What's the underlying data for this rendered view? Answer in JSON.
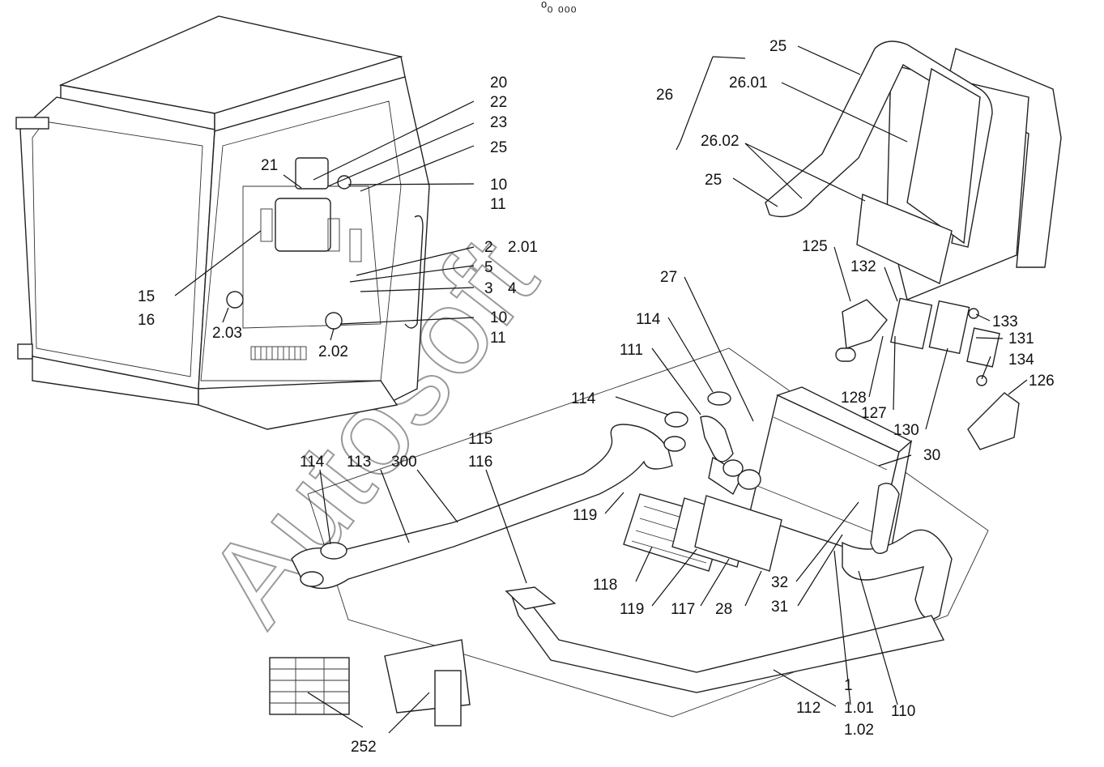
{
  "watermark": "Autosoft",
  "top_mark": "ᵒ₀ ₀₀₀",
  "callouts": {
    "c20": "20",
    "c22": "22",
    "c23": "23",
    "c25a": "25",
    "c10a": "10",
    "c11a": "11",
    "c21": "21",
    "c2": "2",
    "c201": "2.01",
    "c5": "5",
    "c3": "3",
    "c4": "4",
    "c15": "15",
    "c16": "16",
    "c203": "2.03",
    "c202": "2.02",
    "c10b": "10",
    "c11b": "11",
    "c25b": "25",
    "c26": "26",
    "c2601": "26.01",
    "c2602": "26.02",
    "c25c": "25",
    "c125": "125",
    "c132": "132",
    "c133": "133",
    "c131": "131",
    "c134": "134",
    "c126": "126",
    "c128": "128",
    "c127": "127",
    "c130": "130",
    "c27": "27",
    "c114a": "114",
    "c111": "111",
    "c114b": "114",
    "c115": "115",
    "c116": "116",
    "c30": "30",
    "c114c": "114",
    "c113": "113",
    "c300": "300",
    "c119a": "119",
    "c118": "118",
    "c119b": "119",
    "c117": "117",
    "c28": "28",
    "c32": "32",
    "c31": "31",
    "c1": "1",
    "c101": "1.01",
    "c102": "1.02",
    "c110": "110",
    "c112": "112",
    "c252": "252"
  }
}
